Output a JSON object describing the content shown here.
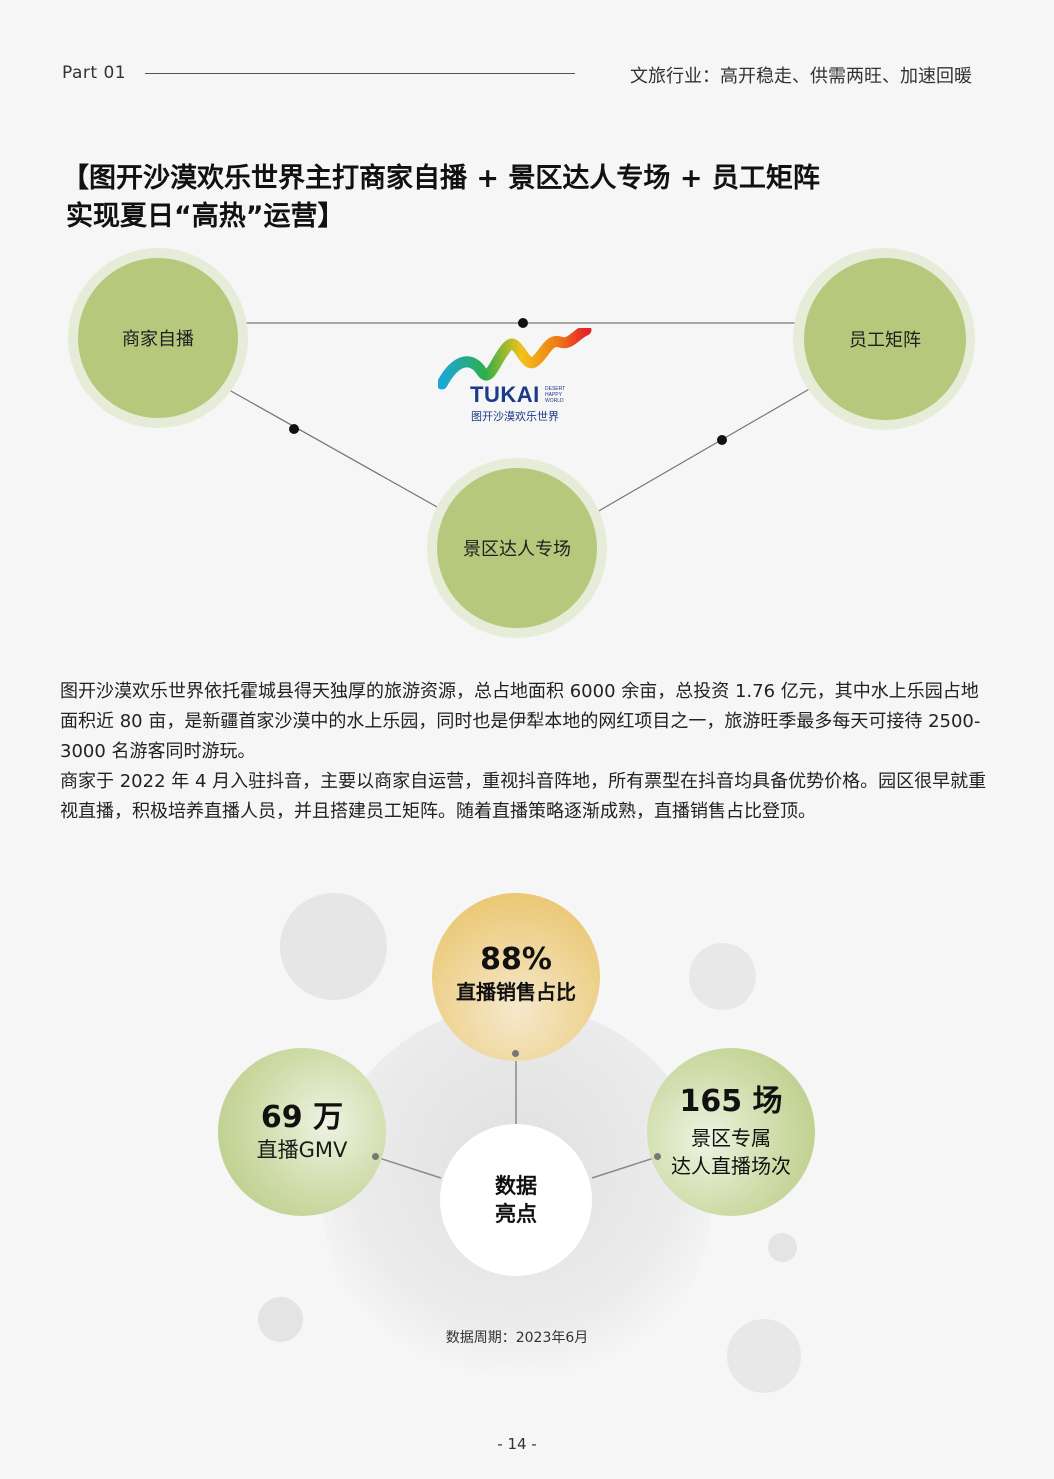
{
  "header": {
    "part": "Part  01",
    "section": "文旅行业：高开稳走、供需两旺、加速回暖"
  },
  "title": {
    "line1": "【图开沙漠欢乐世界主打商家自播 + 景区达人专场 + 员工矩阵",
    "line2": "实现夏日“高热”运营】"
  },
  "diagram": {
    "node_left": "商家自播",
    "node_right": "员工矩阵",
    "node_bottom": "景区达人专场",
    "logo": {
      "brand": "TUKAI",
      "tag_lines": [
        "DESERT",
        "HAPPY",
        "WORLD"
      ],
      "cn": "图开沙漠欢乐世界"
    }
  },
  "body": {
    "p1": "图开沙漠欢乐世界依托霍城县得天独厚的旅游资源，总占地面积 6000 余亩，总投资 1.76 亿元，其中水上乐园占地面积近 80 亩，是新疆首家沙漠中的水上乐园，同时也是伊犁本地的网红项目之一，旅游旺季最多每天可接待 2500-3000 名游客同时游玩。",
    "p2": "商家于 2022 年 4 月入驻抖音，主要以商家自运营，重视抖音阵地，所有票型在抖音均具备优势价格。园区很早就重视直播，积极培养直播人员，并且搭建员工矩阵。随着直播策略逐渐成熟，直播销售占比登顶。"
  },
  "stats": {
    "center_line1": "数据",
    "center_line2": "亮点",
    "top": {
      "value": "88%",
      "label": "直播销售占比"
    },
    "left": {
      "value": "69 万",
      "label": "直播GMV"
    },
    "right": {
      "value": "165 场",
      "label1": "景区专属",
      "label2": "达人直播场次"
    }
  },
  "note": "数据周期：2023年6月",
  "page_number": "- 14 -",
  "colors": {
    "node_green": "#b5c87c",
    "halo_green": "#e6ecd8",
    "gold": "#ecc36f",
    "text": "#1a1a1a"
  }
}
